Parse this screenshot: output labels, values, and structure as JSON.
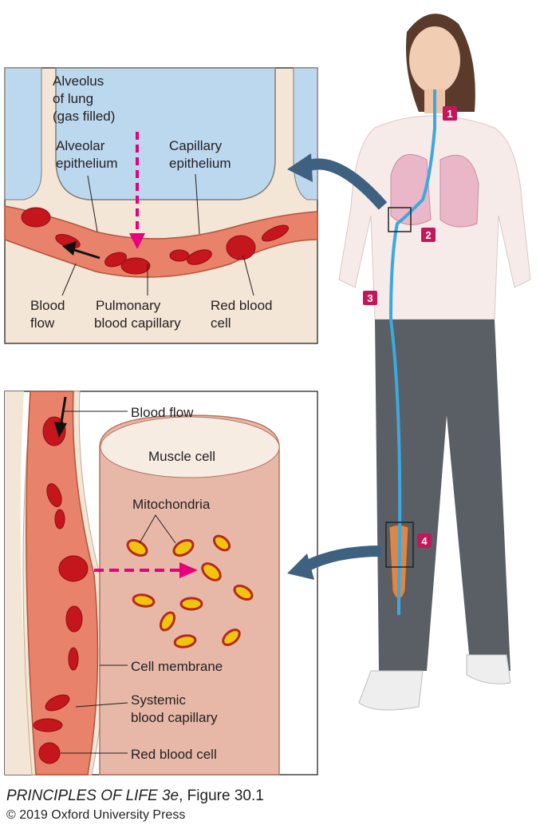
{
  "lung_panel": {
    "alveolus": [
      "Alveolus",
      "of lung",
      "(gas filled)"
    ],
    "alveolar_epithelium": [
      "Alveolar",
      "epithelium"
    ],
    "capillary_epithelium": [
      "Capillary",
      "epithelium"
    ],
    "blood_flow": [
      "Blood",
      "flow"
    ],
    "pulmonary_capillary": [
      "Pulmonary",
      "blood capillary"
    ],
    "red_blood_cell": [
      "Red blood",
      "cell"
    ]
  },
  "muscle_panel": {
    "blood_flow": "Blood flow",
    "muscle_cell": "Muscle cell",
    "mitochondria": "Mitochondria",
    "cell_membrane": "Cell membrane",
    "systemic_capillary": [
      "Systemic",
      "blood capillary"
    ],
    "red_blood_cell": "Red blood cell"
  },
  "steps": [
    "1",
    "2",
    "3",
    "4"
  ],
  "caption": {
    "book": "PRINCIPLES OF LIFE 3e",
    "figure": ", Figure 30.1",
    "copyright": "© 2019 Oxford University Press"
  },
  "colors": {
    "alveolus": "#bcd8ef",
    "blood": "#e56b4e",
    "rbc": "#c4161c",
    "step": "#c2185b",
    "arrow": "#e6007e",
    "pathway": "#3aa9e0",
    "callout": "#3f6180"
  }
}
